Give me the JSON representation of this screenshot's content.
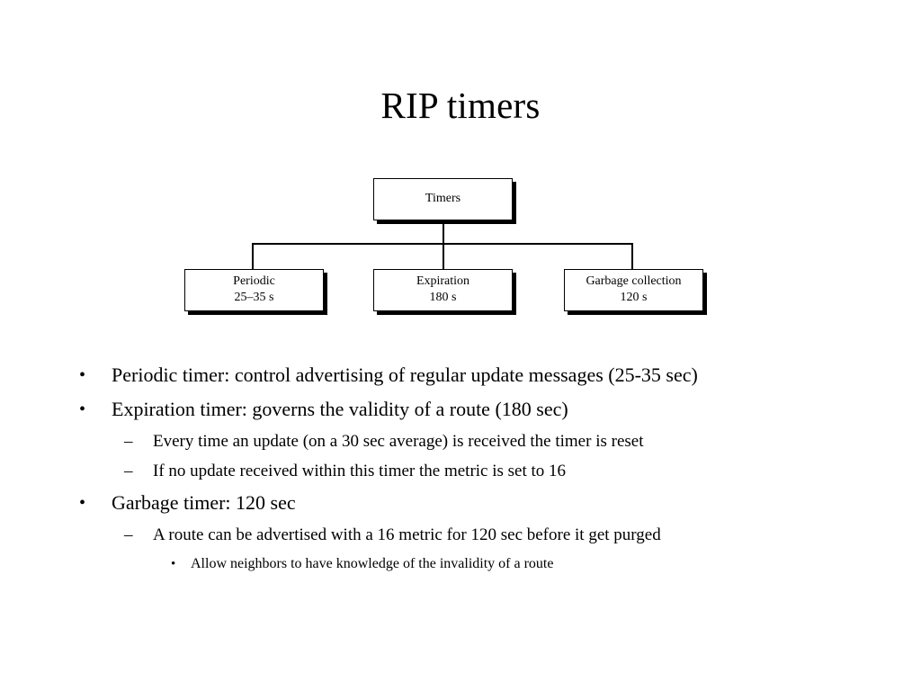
{
  "slide": {
    "title": "RIP timers",
    "background_color": "#ffffff",
    "text_color": "#000000"
  },
  "diagram": {
    "type": "tree",
    "shadow_color": "#000000",
    "border_color": "#000000",
    "root": {
      "label": "Timers"
    },
    "children": [
      {
        "label": "Periodic",
        "value": "25–35 s"
      },
      {
        "label": "Expiration",
        "value": "180 s"
      },
      {
        "label": "Garbage collection",
        "value": "120 s"
      }
    ]
  },
  "bullets": [
    {
      "level": 1,
      "marker": "•",
      "text": "Periodic timer: control advertising of regular update messages (25-35 sec)"
    },
    {
      "level": 1,
      "marker": "•",
      "text": "Expiration timer: governs the validity of a route (180 sec)"
    },
    {
      "level": 2,
      "marker": "–",
      "text": "Every time an update (on a 30 sec average) is received the timer is reset"
    },
    {
      "level": 2,
      "marker": "–",
      "text": "If no update received within this timer the metric is set to 16"
    },
    {
      "level": 1,
      "marker": "•",
      "text": "Garbage timer: 120 sec"
    },
    {
      "level": 2,
      "marker": "–",
      "text": "A route can be advertised with a 16 metric for 120 sec before it get purged"
    },
    {
      "level": 3,
      "marker": "•",
      "text": "Allow neighbors to have knowledge of the invalidity of a route"
    }
  ]
}
